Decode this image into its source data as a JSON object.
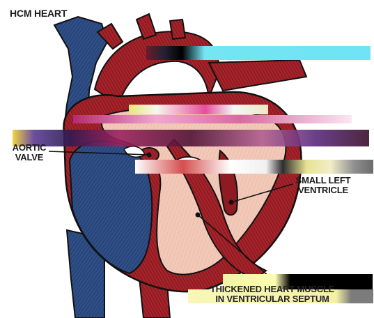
{
  "title": "HCM HEART",
  "labels": {
    "aortic_valve_line1": "AORTIC",
    "aortic_valve_line2": "VALVE",
    "small_left_line1": "SMALL LEFT",
    "small_left_line2": "VENTRICLE",
    "septum_line1": "THICKENED HEART MUSCLE",
    "septum_line2": "IN VENTRICULAR SEPTUM"
  },
  "colors": {
    "vein_blue": "#2f4f86",
    "artery_red": "#9e1d24",
    "chamber_pink": "#f2c9b8",
    "outline": "#111111"
  }
}
